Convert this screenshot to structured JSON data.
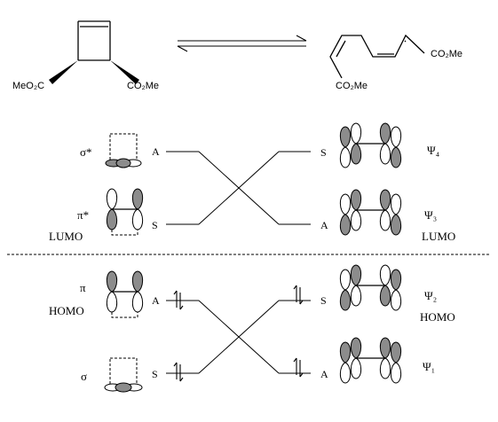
{
  "reactant": {
    "left_ester": "MeO₂C",
    "right_ester": "CO₂Me"
  },
  "product": {
    "right_ester": "CO₂Me",
    "bottom_ester": "CO₂Me"
  },
  "left_orbitals": {
    "sigma_star": "σ*",
    "pi_star": "π*",
    "pi_star_sub": "LUMO",
    "pi": "π",
    "pi_sub": "HOMO",
    "sigma": "σ"
  },
  "right_orbitals": {
    "psi4": "Ψ₄",
    "psi3": "Ψ₃",
    "psi3_sub": "LUMO",
    "psi2": "Ψ₂",
    "psi2_sub": "HOMO",
    "psi1": "Ψ₁"
  },
  "symmetry": {
    "left_sigma_star": "A",
    "left_pi_star": "S",
    "left_pi": "A",
    "left_sigma": "S",
    "right_psi4": "S",
    "right_psi3": "A",
    "right_psi2": "S",
    "right_psi1": "A"
  }
}
